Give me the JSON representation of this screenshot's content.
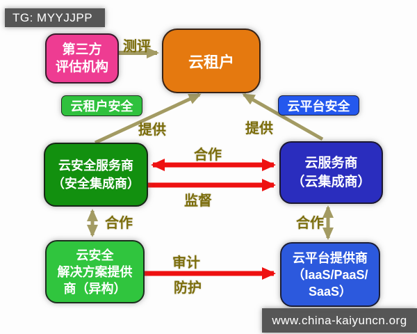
{
  "title_badge": "TG: MYYJJPP",
  "watermark": "www.china-kaiyuncn.org",
  "colors": {
    "badge_bg": "#565656",
    "arrow_tan": "#a39b63",
    "arrow_red": "#ee1111",
    "edge_label_text": "#7b6d0c",
    "assessor": "#ee3c92",
    "tenant": "#e5790f",
    "tenant_security": "#2fc13d",
    "platform_security": "#2458ee",
    "security_provider": "#12900f",
    "cloud_provider": "#2a2dbe",
    "solution_provider": "#30c53e",
    "platform_provider": "#2c59dd"
  },
  "nodes": {
    "assessor": {
      "lines": [
        "第三方",
        "评估机构"
      ]
    },
    "tenant": {
      "label": "云租户"
    },
    "tenant_security": {
      "label": "云租户安全"
    },
    "platform_security": {
      "label": "云平台安全"
    },
    "security_provider": {
      "lines": [
        "云安全服务商",
        "（安全集成商）"
      ]
    },
    "cloud_provider": {
      "lines": [
        "云服务商",
        "（云集成商）"
      ]
    },
    "solution_provider": {
      "lines": [
        "云安全",
        "解决方案提供",
        "商（异构）"
      ]
    },
    "platform_provider": {
      "lines": [
        "云平台提供商",
        "（IaaS/PaaS/",
        "SaaS）"
      ]
    }
  },
  "edges": {
    "assess": "测评",
    "provide_left": "提供",
    "provide_right": "提供",
    "cooperate": "合作",
    "supervise": "监督",
    "cooperate_left": "合作",
    "cooperate_right": "合作",
    "audit": "审计",
    "protect": "防护"
  }
}
